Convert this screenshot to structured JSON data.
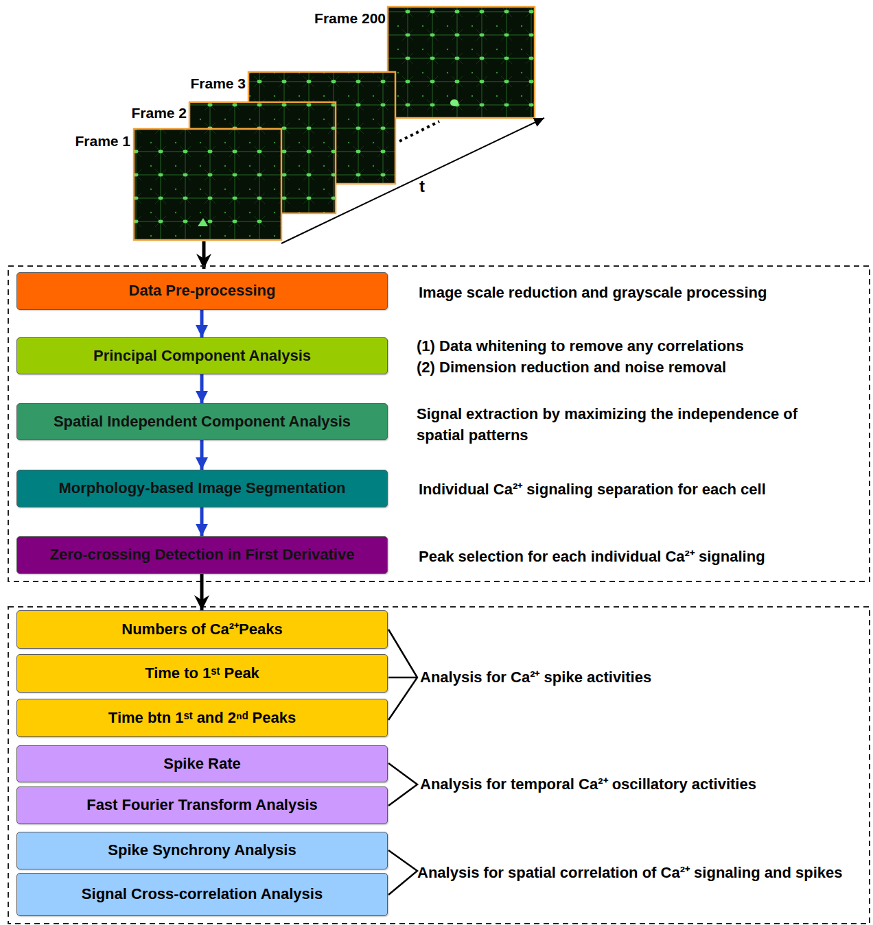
{
  "diagram": {
    "nodes": [
      {
        "text": [
          "Data Pre-processing"
        ]
      },
      {
        "text": [
          "Principal Component Analysis"
        ]
      },
      {
        "text": [
          "Spatial Independent Component Analysis"
        ]
      },
      {
        "text": [
          "Morphology-based Image Segmentation"
        ]
      },
      {
        "text": [
          "Zero-crossing Detection in First Derivative"
        ]
      },
      {
        "text": [
          "Numbers of Ca²⁺Peaks"
        ]
      },
      {
        "text": [
          "Time to 1ˢᵗ Peak"
        ]
      },
      {
        "text": [
          "Time btn 1ˢᵗ and 2ⁿᵈ Peaks"
        ]
      },
      {
        "text": [
          "Spike Rate"
        ]
      },
      {
        "text": [
          "Fast Fourier Transform Analysis"
        ]
      },
      {
        "text": [
          "Spike Synchrony Analysis"
        ]
      },
      {
        "text": [
          "Signal Cross-correlation Analysis"
        ]
      }
    ],
    "edges": [
      {
        "from": 0,
        "to": 1,
        "arrow": "to"
      },
      {
        "from": 1,
        "to": 2,
        "arrow": "to"
      },
      {
        "from": 2,
        "to": 3,
        "arrow": "to"
      },
      {
        "from": 3,
        "to": 4,
        "arrow": "to"
      },
      {
        "from": 4,
        "to": 5,
        "arrow": "to"
      }
    ],
    "labels": [
      "Frame 200",
      "Frame 3",
      "Frame 2",
      "Frame 1",
      "t",
      "Image scale reduction and grayscale processing",
      "(1) Data whitening to remove any correlations",
      "(2) Dimension reduction and noise removal",
      "Signal extraction by maximizing the independence of spatial patterns",
      "Individual Ca²⁺ signaling separation for each cell",
      "Peak selection for each individual Ca²⁺ signaling",
      "Analysis for Ca²⁺ spike activities",
      "Analysis for temporal Ca²⁺ oscillatory activities",
      "Analysis for spatial correlation of Ca²⁺ signaling and spikes"
    ]
  }
}
